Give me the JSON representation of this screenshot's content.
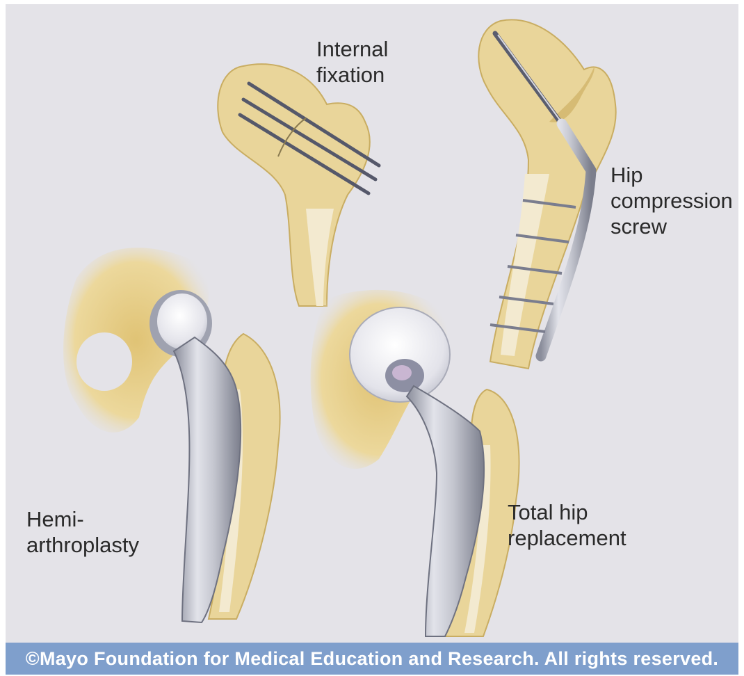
{
  "labels": {
    "internal_fixation": "Internal\nfixation",
    "hip_compression_screw": "Hip\ncompression\nscrew",
    "hemi_arthroplasty": "Hemi-\narthroplasty",
    "total_hip_replacement": "Total hip\nreplacement"
  },
  "copyright": "©Mayo Foundation for Medical Education and Research.  All rights reserved.",
  "colors": {
    "background": "#e4e3e8",
    "bone": "#e9d59a",
    "bone_marrow": "#f3ead0",
    "metal": "#b7b9c4",
    "metal_dark": "#7d8090",
    "copyright_bar": "#7f9fcc"
  }
}
